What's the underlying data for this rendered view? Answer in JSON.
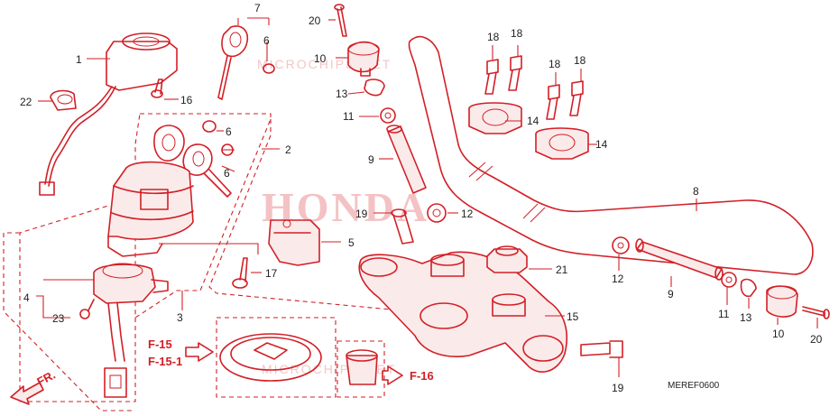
{
  "watermark": {
    "brand": "HONDA",
    "site_top": "MICROCHIPS.NET",
    "site_bottom": "MICROCHIPS.NET"
  },
  "diagram_code": "MEREF0600",
  "direction_label": "FR.",
  "page_refs": {
    "f15": "F-15",
    "f15_1": "F-15-1",
    "f16": "F-16"
  },
  "callouts": {
    "c1": "1",
    "c2": "2",
    "c3": "3",
    "c4": "4",
    "c5": "5",
    "c6a": "6",
    "c6b": "6",
    "c6c": "6",
    "c7": "7",
    "c8": "8",
    "c9a": "9",
    "c9b": "9",
    "c10a": "10",
    "c10b": "10",
    "c11a": "11",
    "c11b": "11",
    "c12a": "12",
    "c12b": "12",
    "c13a": "13",
    "c13b": "13",
    "c14a": "14",
    "c14b": "14",
    "c15": "15",
    "c16": "16",
    "c17": "17",
    "c18a": "18",
    "c18b": "18",
    "c18c": "18",
    "c18d": "18",
    "c19a": "19",
    "c19b": "19",
    "c20a": "20",
    "c20b": "20",
    "c21": "21",
    "c22": "22",
    "c23": "23"
  },
  "colors": {
    "line": "#d21f26",
    "watermark": "#f4c2c4",
    "text": "#222222"
  }
}
